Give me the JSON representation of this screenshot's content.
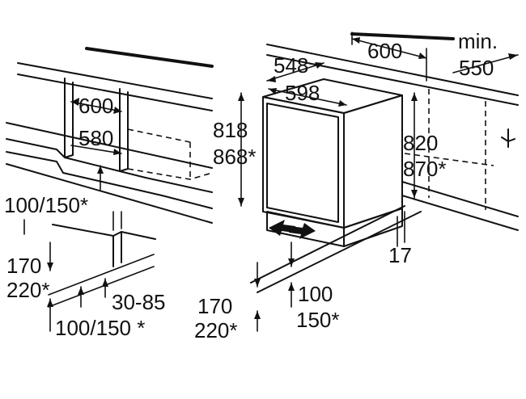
{
  "left_view": {
    "cabinet_width": "600",
    "opening_width": "580",
    "top_vent_depth": "100/150*",
    "plinth_height_a": "170",
    "plinth_height_b": "220*",
    "plinth_setback": "30-85",
    "bottom_vent_depth": "100/150 *"
  },
  "right_view": {
    "niche_depth": "548",
    "appliance_depth": "600",
    "min_label": "min.",
    "min_value": "550",
    "appliance_width": "598",
    "height_a": "818",
    "height_b": "868*",
    "niche_height_a": "820",
    "niche_height_b": "870*",
    "door_gap": "17",
    "plinth_height_a": "170",
    "plinth_height_b": "220*",
    "vent_depth_a": "100",
    "vent_depth_b": "150*"
  },
  "colors": {
    "line": "#111111",
    "background": "#ffffff"
  }
}
